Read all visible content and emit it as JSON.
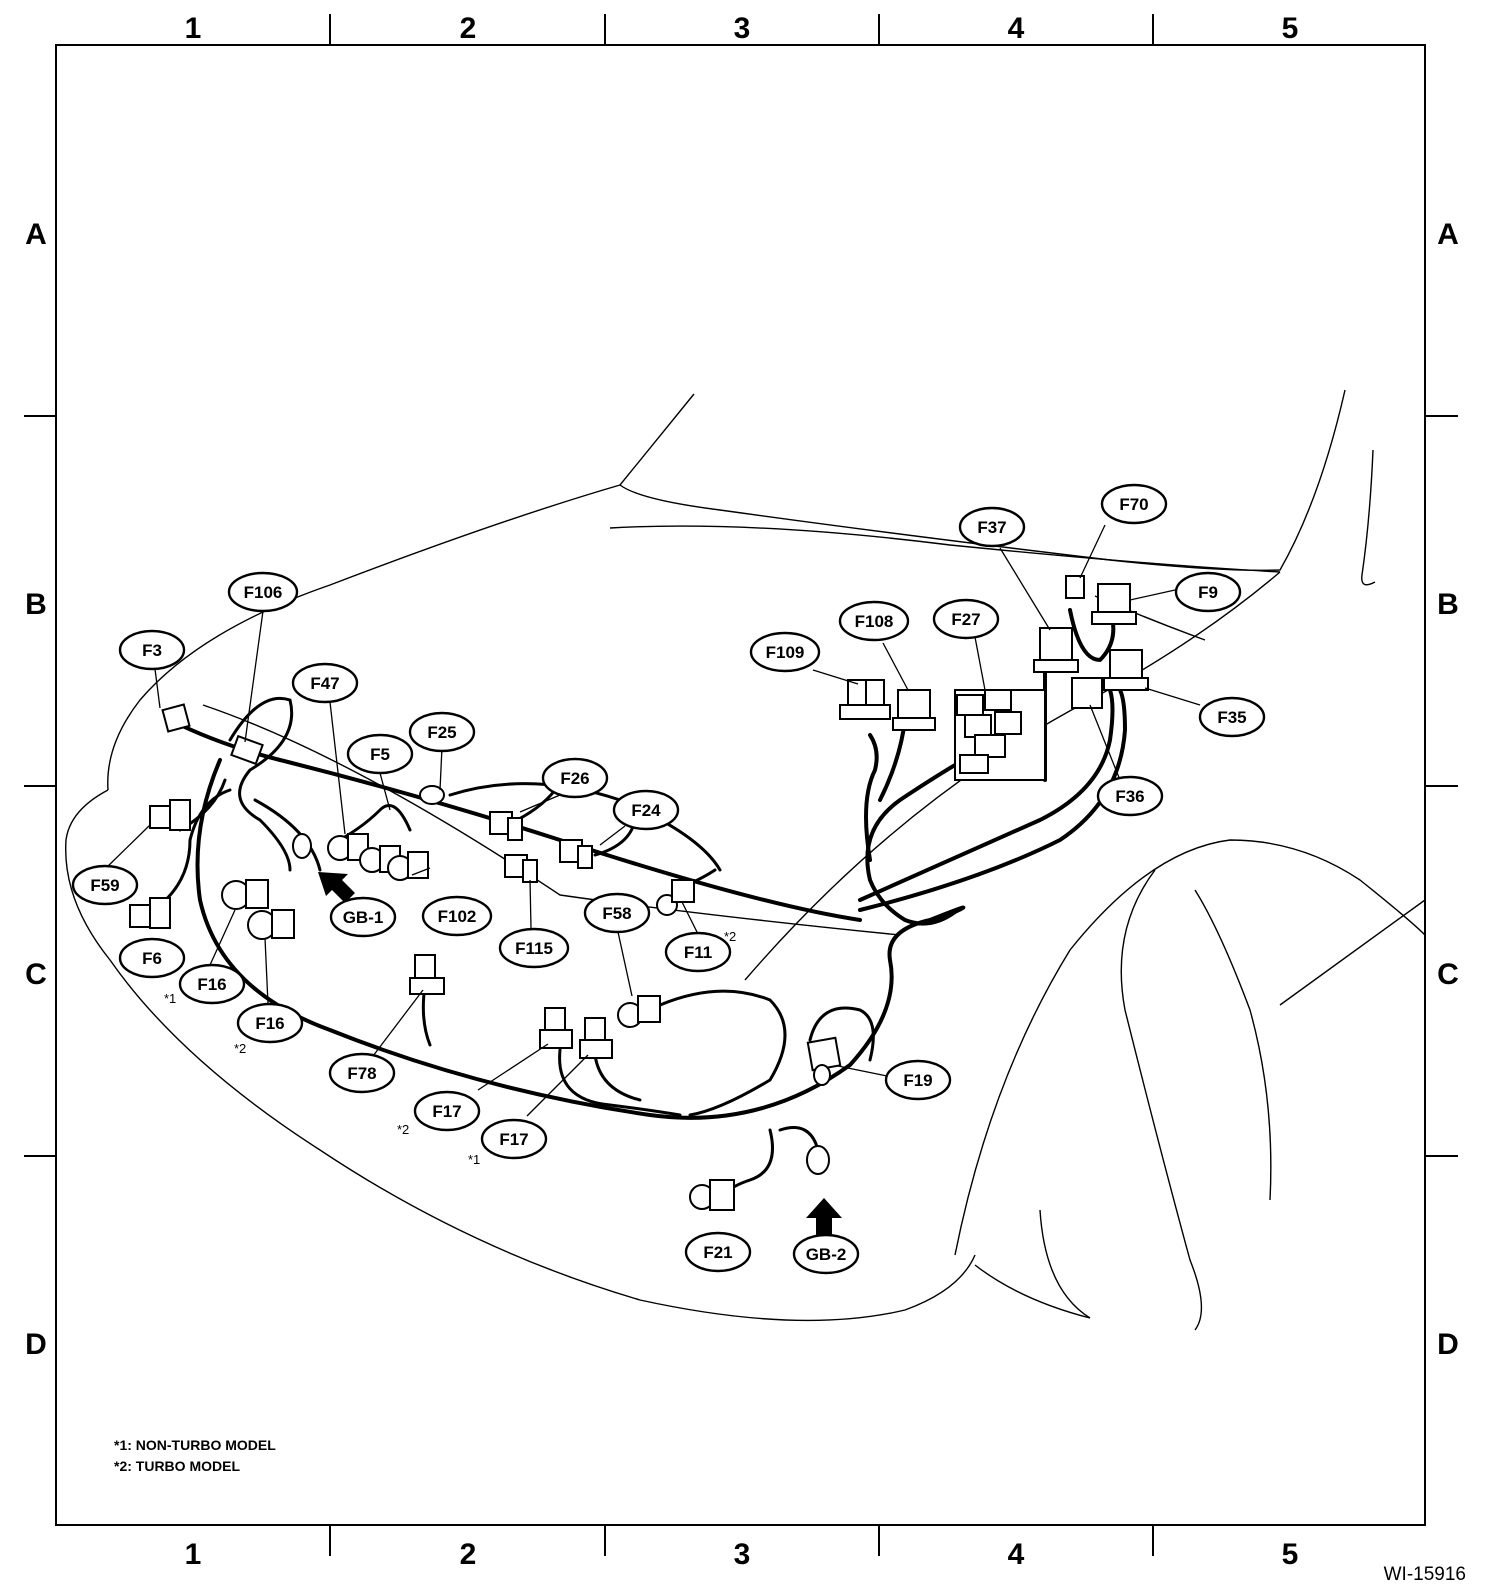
{
  "grid": {
    "columns": [
      "1",
      "2",
      "3",
      "4",
      "5"
    ],
    "rows": [
      "A",
      "B",
      "C",
      "D"
    ]
  },
  "callouts": {
    "F3": "F3",
    "F106": "F106",
    "F47": "F47",
    "F5": "F5",
    "F25": "F25",
    "F26": "F26",
    "F24": "F24",
    "F59": "F59",
    "F6": "F6",
    "F16a": "F16",
    "F16b": "F16",
    "GB1": "GB-1",
    "F102": "F102",
    "F115": "F115",
    "F58": "F58",
    "F11": "F11",
    "F78": "F78",
    "F17a": "F17",
    "F17b": "F17",
    "F19": "F19",
    "F21": "F21",
    "GB2": "GB-2",
    "F109": "F109",
    "F108": "F108",
    "F27": "F27",
    "F37": "F37",
    "F70": "F70",
    "F9": "F9",
    "F35": "F35",
    "F36": "F36"
  },
  "marks": {
    "F16a": "*1",
    "F16b": "*2",
    "F11": "*2",
    "F17a": "*2",
    "F17b": "*1"
  },
  "legend": {
    "line1": "*1: NON-TURBO MODEL",
    "line2": "*2: TURBO MODEL"
  },
  "figure_id": "WI-15916",
  "colors": {
    "line": "#000000",
    "background": "#ffffff"
  }
}
